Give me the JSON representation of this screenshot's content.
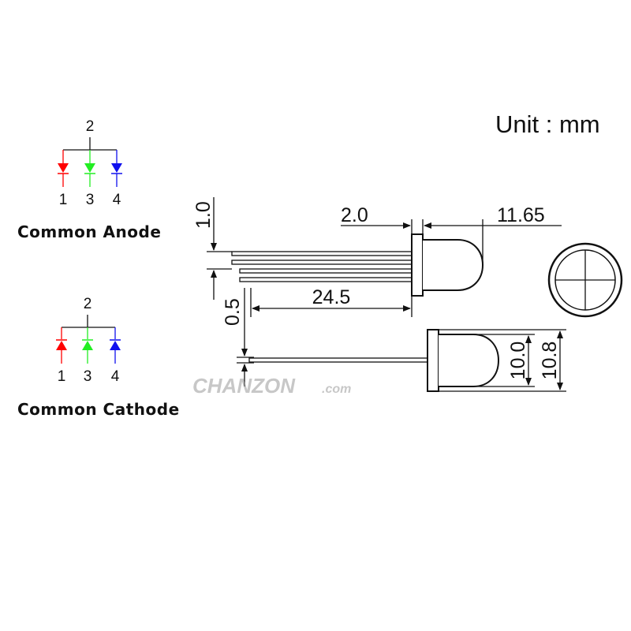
{
  "unit_label": "Unit : mm",
  "colors": {
    "red": "#ff0000",
    "green": "#22ee22",
    "blue": "#1010ee",
    "ink": "#111111",
    "watermark": "#9a9a9a"
  },
  "common_anode": {
    "title": "Common Anode",
    "top_pin": "2",
    "pins": [
      "1",
      "3",
      "4"
    ]
  },
  "common_cathode": {
    "title": "Common Cathode",
    "top_pin": "2",
    "pins": [
      "1",
      "3",
      "4"
    ]
  },
  "dimensions": {
    "lead_spacing": "1.0",
    "lead_width": "0.5",
    "lead_length": "24.5",
    "flange_height": "2.0",
    "body_length": "11.65",
    "lens_diameter": "10.0",
    "flange_diameter": "10.8"
  },
  "watermark": {
    "brand": "CHANZON",
    "suffix": ".com"
  }
}
